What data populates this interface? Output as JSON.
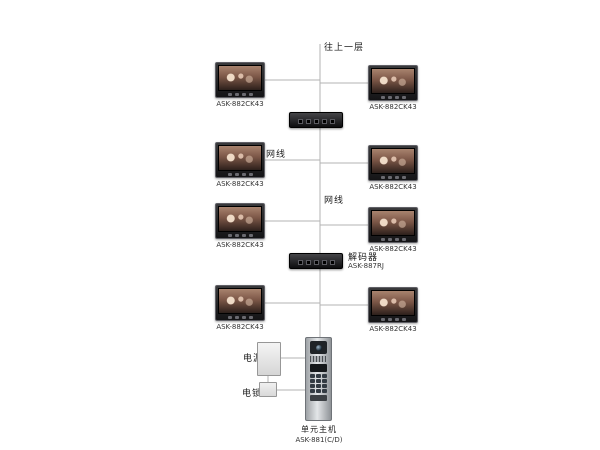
{
  "labels": {
    "to_upper_floor": "往上一层",
    "cable_1": "网线",
    "cable_2": "网线",
    "decoder_name": "解码器",
    "decoder_model": "ASK-887RJ",
    "power": "电源",
    "lock": "电锁",
    "door_station_name": "单元主机",
    "door_station_model": "ASK-881(C/D)"
  },
  "monitors": {
    "left": [
      {
        "model": "ASK-882CK43"
      },
      {
        "model": "ASK-882CK43"
      },
      {
        "model": "ASK-882CK43"
      },
      {
        "model": "ASK-882CK43"
      }
    ],
    "right": [
      {
        "model": "ASK-882CK43"
      },
      {
        "model": "ASK-882CK43"
      },
      {
        "model": "ASK-882CK43"
      },
      {
        "model": "ASK-882CK43"
      }
    ]
  }
}
